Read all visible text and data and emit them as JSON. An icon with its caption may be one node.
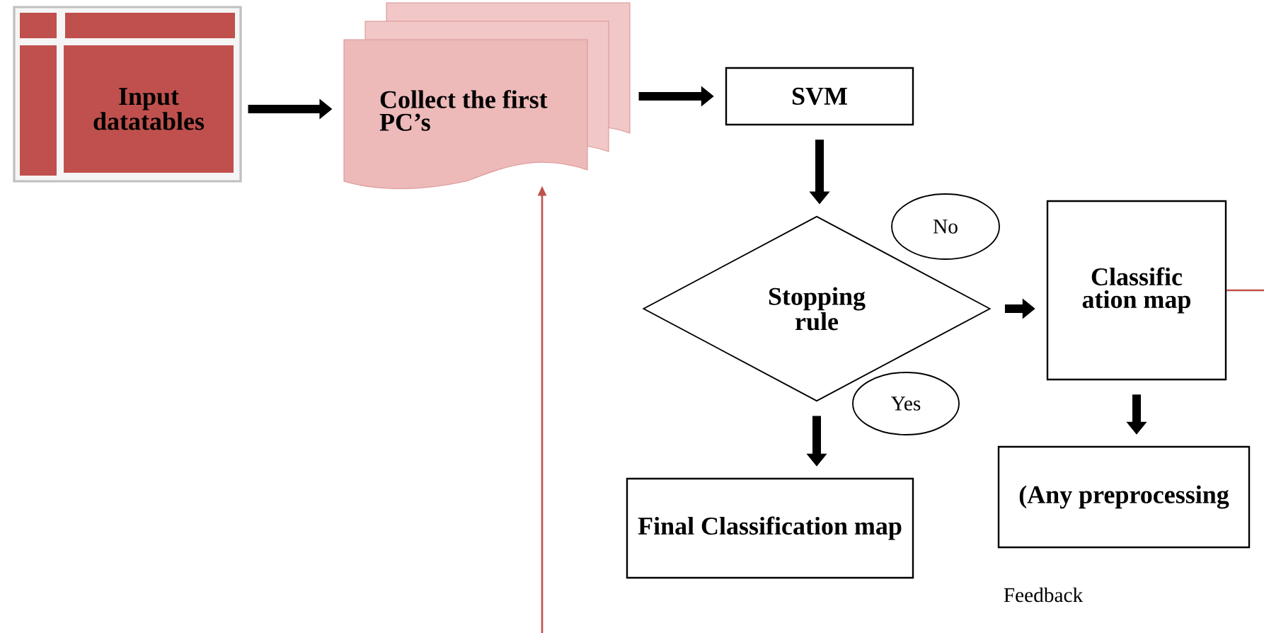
{
  "diagram": {
    "nodes": [
      {
        "text": [
          "Input datatables"
        ]
      },
      {
        "text": [
          "Collect the first PC’s"
        ]
      },
      {
        "text": [
          "SVM"
        ]
      },
      {
        "text": [
          "Stopping rule"
        ]
      },
      {
        "text": [
          "No"
        ]
      },
      {
        "text": [
          "Classific ation map"
        ]
      },
      {
        "text": [
          "Yes"
        ]
      },
      {
        "text": [
          "Final Classification map"
        ]
      },
      {
        "text": [
          "(Any preprocessing"
        ]
      }
    ],
    "edges": [
      {
        "from": 0,
        "to": 1,
        "arrow": "to"
      },
      {
        "from": 1,
        "to": 2,
        "arrow": "to"
      },
      {
        "from": 2,
        "to": 3,
        "arrow": "to"
      },
      {
        "from": 3,
        "to": 5,
        "arrow": "to"
      },
      {
        "from": 3,
        "to": 7,
        "arrow": "to"
      },
      {
        "from": 5,
        "to": 8,
        "arrow": "to"
      },
      {
        "from": 5,
        "to": null,
        "arrow": "none",
        "color": "#c0504d"
      },
      {
        "from": null,
        "to": 1,
        "arrow": "to",
        "color": "#c0504d"
      }
    ],
    "labels": [
      "Feedback"
    ]
  }
}
